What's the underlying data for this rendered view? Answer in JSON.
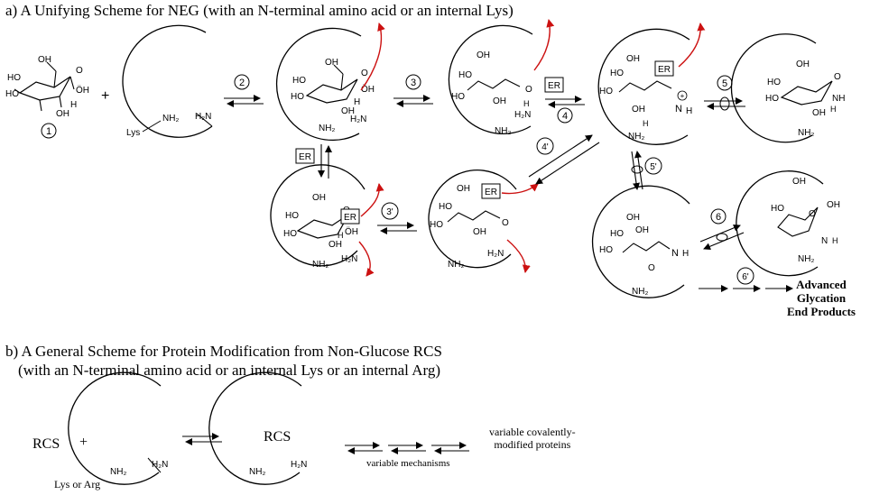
{
  "section_a": {
    "title": "a) A Unifying Scheme for NEG (with an N-terminal amino acid or an internal Lys)"
  },
  "section_b": {
    "title_line1": "b) A General Scheme for Protein Modification from Non-Glucose RCS",
    "title_line2": "(with an N-terminal amino acid or an internal Lys or an internal Arg)",
    "rcs_label": "RCS",
    "plus": "+",
    "lys_or_arg": "Lys or Arg",
    "variable_mechanisms": "variable mechanisms",
    "variable_proteins_line1": "variable covalently-",
    "variable_proteins_line2": "modified proteins"
  },
  "labels": {
    "plus": "+",
    "lys": "Lys",
    "nh2": "NH₂",
    "h2n": "H₂N",
    "er": "ER",
    "oh": "OH",
    "ho": "HO",
    "h": "H",
    "o": "O",
    "n": "N",
    "nh": "NH"
  },
  "steps": [
    "1",
    "2",
    "3",
    "3'",
    "4",
    "4'",
    "5",
    "5'",
    "6",
    "6'"
  ],
  "ages": {
    "line1": "Advanced",
    "line2": "Glycation",
    "line3": "End Products"
  },
  "colors": {
    "red_arrow": "#cc1111",
    "ink": "#000000"
  }
}
